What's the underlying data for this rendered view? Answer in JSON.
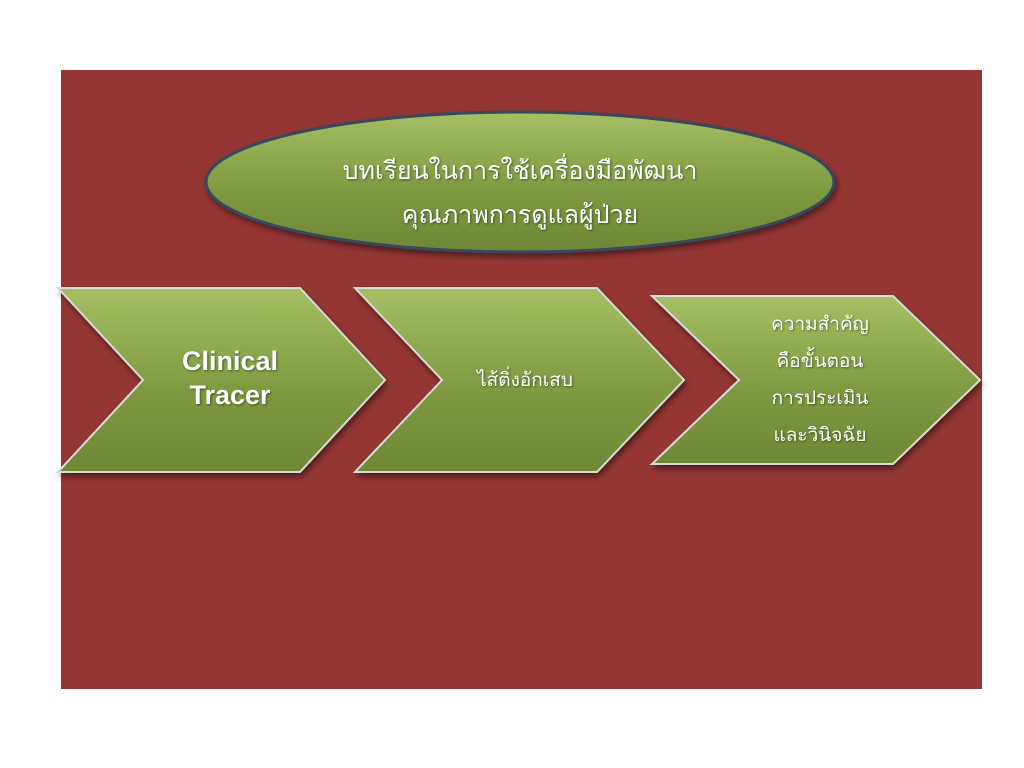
{
  "title": {
    "line1": "บทเรียนในการใช้เครื่องมือพัฒนา",
    "line2": "คุณภาพการดูแลผู้ป่วย"
  },
  "steps": [
    {
      "lines": [
        "Clinical",
        "Tracer"
      ]
    },
    {
      "lines": [
        "ไส้ติ่งอักเสบ"
      ]
    },
    {
      "lines": [
        "ความสำคัญ",
        "คือขั้นตอน",
        "การประเมิน",
        "และวินิจฉัย"
      ]
    }
  ],
  "colors": {
    "background": "#ffffff",
    "panel": "#943634",
    "shape_fill": "#7f9a41",
    "shape_fill_light": "#9bb65a",
    "ellipse_border": "#34495e",
    "chevron_border": "#d8dcd8",
    "text": "#ffffff"
  }
}
